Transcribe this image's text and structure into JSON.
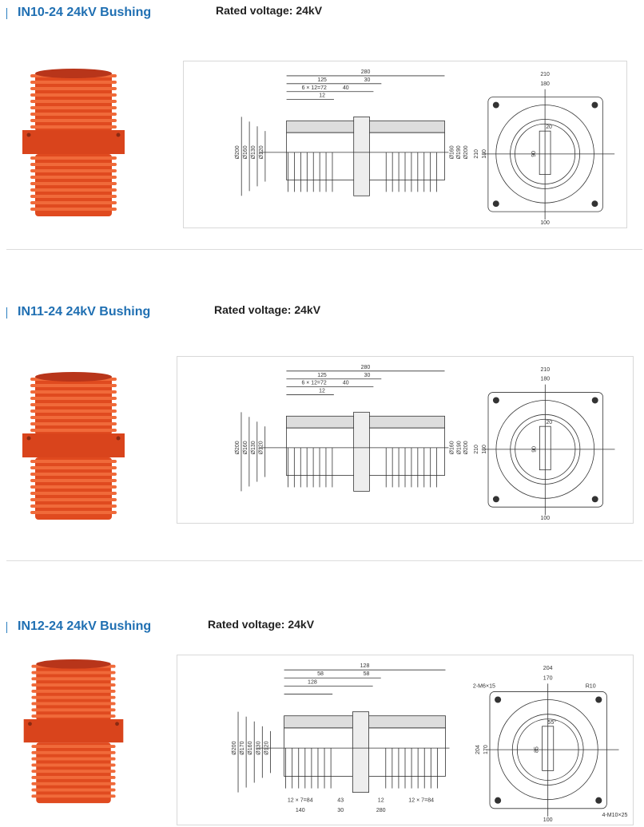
{
  "colors": {
    "title": "#1f6fb2",
    "product": "#e04a1f",
    "drawing": "#333333"
  },
  "products": [
    {
      "title": "IN10-24 24kV Bushing",
      "rated": "Rated voltage: 24kV",
      "drawing": {
        "top": [
          "280",
          "125",
          "30",
          "6 × 12=72",
          "40",
          "12"
        ],
        "left": [
          "Ø200",
          "Ø160",
          "Ø130",
          "Ø120"
        ],
        "right": [
          "Ø160",
          "Ø190",
          "Ø200"
        ],
        "front": [
          "210",
          "180",
          "210",
          "180",
          "100",
          "90",
          "20"
        ],
        "bottom": []
      }
    },
    {
      "title": "IN11-24 24kV Bushing",
      "rated": "Rated voltage: 24kV",
      "drawing": {
        "top": [
          "280",
          "125",
          "30",
          "6 × 12=72",
          "40",
          "12"
        ],
        "left": [
          "Ø200",
          "Ø160",
          "Ø130",
          "Ø120"
        ],
        "right": [
          "Ø160",
          "Ø190",
          "Ø200"
        ],
        "front": [
          "210",
          "180",
          "210",
          "180",
          "100",
          "90",
          "20"
        ],
        "bottom": []
      }
    },
    {
      "title": "IN12-24 24kV Bushing",
      "rated": "Rated voltage: 24kV",
      "drawing": {
        "top": [
          "128",
          "58",
          "58",
          "128"
        ],
        "left": [
          "Ø200",
          "Ø170",
          "Ø160",
          "Ø130",
          "Ø120"
        ],
        "right": [],
        "front": [
          "204",
          "170",
          "204",
          "170",
          "100",
          "85",
          "55°",
          "R10",
          "4-M10×25",
          "2-M6×15"
        ],
        "bottom": [
          "12 × 7=84",
          "43",
          "12",
          "12 × 7=84",
          "140",
          "30",
          "280"
        ]
      }
    }
  ]
}
